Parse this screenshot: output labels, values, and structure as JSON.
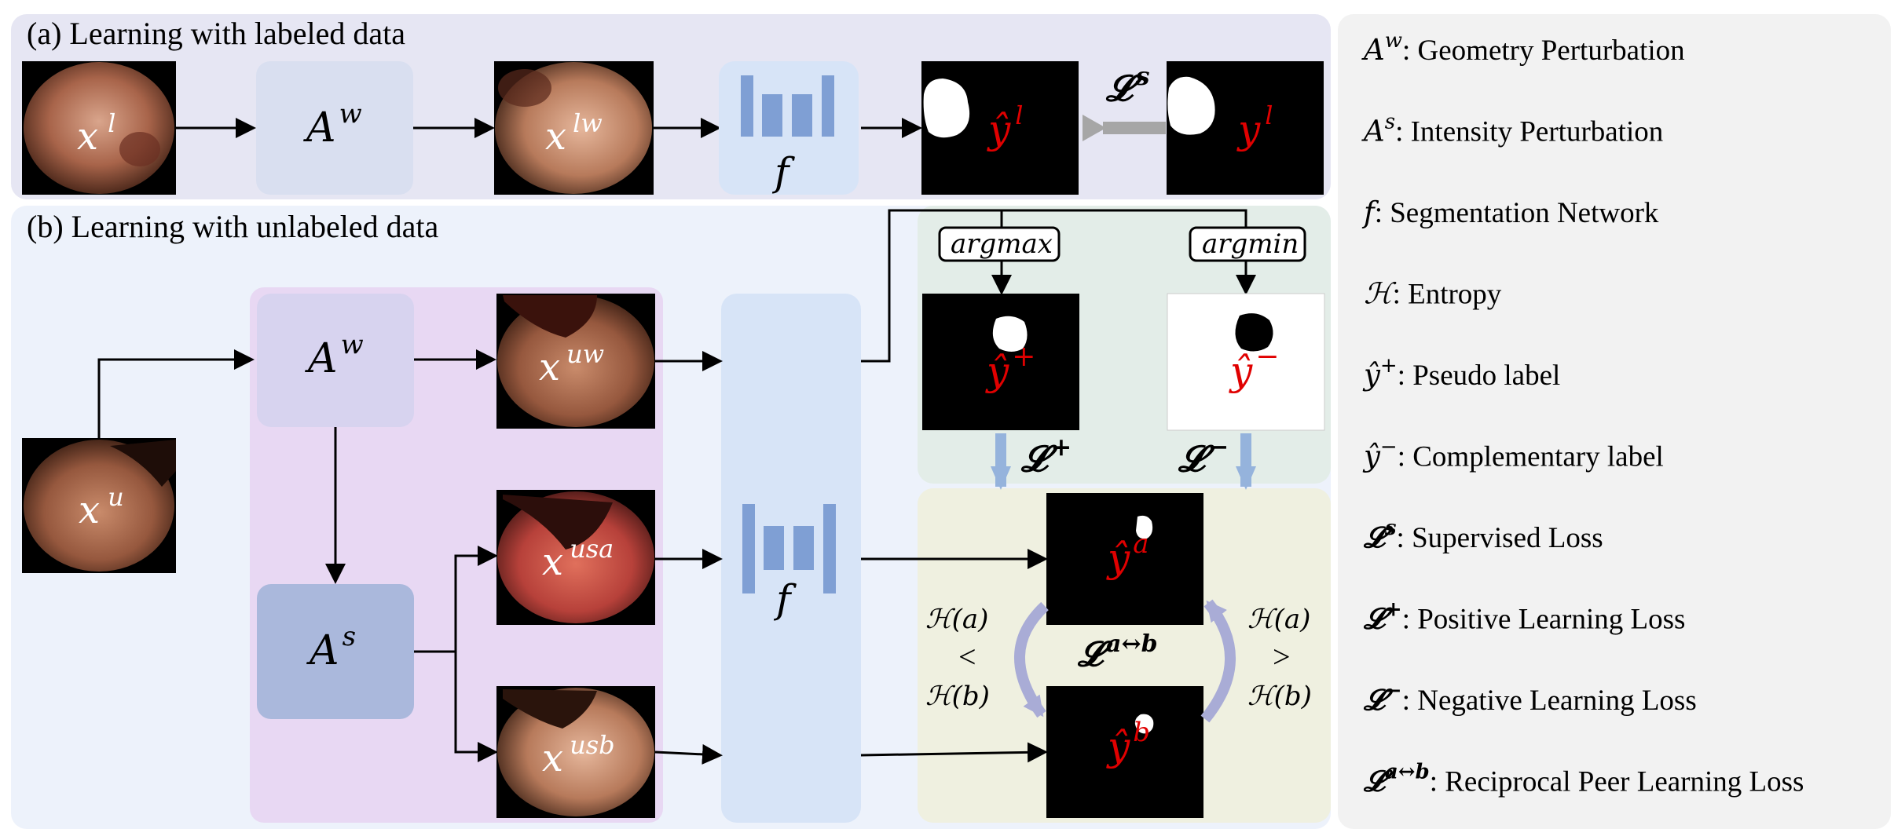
{
  "panel_a": {
    "title": "(a) Learning with labeled data"
  },
  "panel_b": {
    "title": "(b) Learning with unlabeled data"
  },
  "math": {
    "A": "A",
    "w": "w",
    "s": "s",
    "f": "f",
    "x": "x",
    "l": "l",
    "lw": "lw",
    "u": "u",
    "uw": "uw",
    "usa": "usa",
    "usb": "usb",
    "y": "y",
    "yhat": "ŷ",
    "sup_l": "l",
    "sup_plus": "+",
    "sup_minus": "−",
    "sup_a": "a",
    "sup_b": "b",
    "L": "𝓛",
    "L_s_sup": "s",
    "L_plus_sup": "+",
    "L_minus_sup": "−",
    "L_ab_sup": "a↔b",
    "argmax": "argmax",
    "argmin": "argmin",
    "H_a": "ℋ(a)",
    "H_b": "ℋ(b)",
    "lt": "<",
    "gt": ">"
  },
  "legend": [
    {
      "sym": "A",
      "sup": "w",
      "text": ": Geometry Perturbation"
    },
    {
      "sym": "A",
      "sup": "s",
      "text": ": Intensity Perturbation"
    },
    {
      "sym": "f",
      "sup": "",
      "text": ": Segmentation Network"
    },
    {
      "sym": "ℋ",
      "sup": "",
      "text": ": Entropy"
    },
    {
      "sym": "ŷ",
      "sup": "+",
      "text": ": Pseudo label"
    },
    {
      "sym": "ŷ",
      "sup": "−",
      "text": ": Complementary label"
    },
    {
      "sym": "𝓛",
      "sup": "s",
      "text": ": Supervised Loss"
    },
    {
      "sym": "𝓛",
      "sup": "+",
      "text": ": Positive Learning Loss"
    },
    {
      "sym": "𝓛",
      "sup": "−",
      "text": ": Negative Learning Loss"
    },
    {
      "sym": "𝓛",
      "sup": "a↔b",
      "text": ": Reciprocal Peer Learning Loss"
    }
  ],
  "colors": {
    "panel_a_bg": "#e6e6f3",
    "panel_b_bg": "#edf2fb",
    "legend_bg": "#f2f2f2",
    "perturb_box_w": "#d9dff0",
    "perturb_box_s": "#aab8dc",
    "pink_region": "#e8d8f3",
    "net_bg": "#d7e4f7",
    "net_bars": "#7f9fd4",
    "green_region": "#e3ede8",
    "yellow_region": "#eff0e0",
    "gray_arrow": "#a6a6a6",
    "blue_arrow": "#95b3dc",
    "purple_arrow": "#a9acd6",
    "label_red": "#e00000",
    "mask_black": "#000000",
    "mask_white": "#ffffff"
  }
}
